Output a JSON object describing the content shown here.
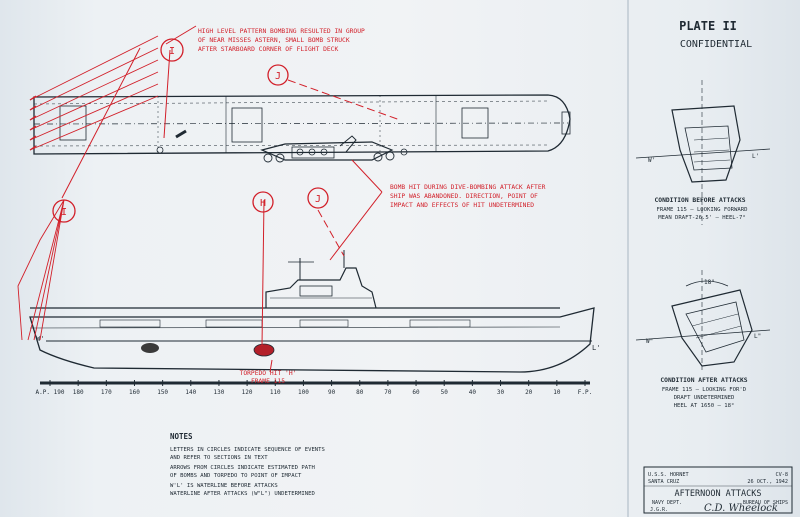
{
  "plate": {
    "title": "PLATE II",
    "classification": "CONFIDENTIAL"
  },
  "annotations": {
    "high_level_bombing": [
      "HIGH LEVEL PATTERN BOMBING RESULTED IN GROUP",
      "OF NEAR MISSES ASTERN, SMALL BOMB STRUCK",
      "AFTER STARBOARD CORNER OF FLIGHT DECK"
    ],
    "dive_bombing": [
      "BOMB HIT DURING DIVE-BOMBING ATTACK AFTER",
      "SHIP WAS ABANDONED.  DIRECTION, POINT OF",
      "IMPACT AND EFFECTS OF HIT UNDETERMINED"
    ],
    "torpedo": [
      "TORPEDO HIT 'H'",
      "FRAME 115"
    ]
  },
  "markers": {
    "I_top": "I",
    "J_top": "J",
    "I_mid": "I",
    "H_mid": "H",
    "J_mid": "J"
  },
  "waterline": {
    "label_w": "W'",
    "label_l": "L'"
  },
  "frame_scale": [
    "A.P. 190",
    "180",
    "170",
    "160",
    "150",
    "140",
    "130",
    "120",
    "110",
    "100",
    "90",
    "80",
    "70",
    "60",
    "50",
    "40",
    "30",
    "20",
    "10",
    "F.P."
  ],
  "sections": {
    "before": {
      "caption": [
        "CONDITION BEFORE ATTACKS",
        "FRAME 115 — LOOKING FORWARD",
        "MEAN DRAFT-26.5' — HEEL-7°"
      ],
      "w": "W'",
      "l": "L'"
    },
    "after": {
      "caption": [
        "CONDITION AFTER ATTACKS",
        "FRAME 115 — LOOKING FOR'D",
        "DRAFT UNDETERMINED",
        "HEEL AT 1650 — 18°"
      ],
      "w": "W\"",
      "l": "L\"",
      "angle": "18°"
    }
  },
  "notes": {
    "title": "NOTES",
    "lines": [
      "LETTERS IN CIRCLES INDICATE SEQUENCE OF EVENTS",
      "AND REFER TO SECTIONS IN TEXT",
      "ARROWS FROM CIRCLES INDICATE ESTIMATED PATH",
      "OF BOMBS AND TORPEDO TO POINT OF IMPACT",
      "W'L' IS WATERLINE BEFORE ATTACKS",
      "WATERLINE AFTER ATTACKS (W\"L\") UNDETERMINED"
    ]
  },
  "title_block": {
    "ship": "U.S.S. HORNET",
    "hull": "CV-8",
    "place": "SANTA CRUZ",
    "date": "26 OCT., 1942",
    "subject": "AFTERNOON   ATTACKS",
    "dept": "NAVY DEPT.",
    "bureau": "BUREAU OF SHIPS",
    "initials": "J.G.R.",
    "signature": "C.D. Wheelock"
  },
  "colors": {
    "annotation_red": "#d2202a",
    "ink": "#1f2a33",
    "paper": "#eef1f4"
  }
}
